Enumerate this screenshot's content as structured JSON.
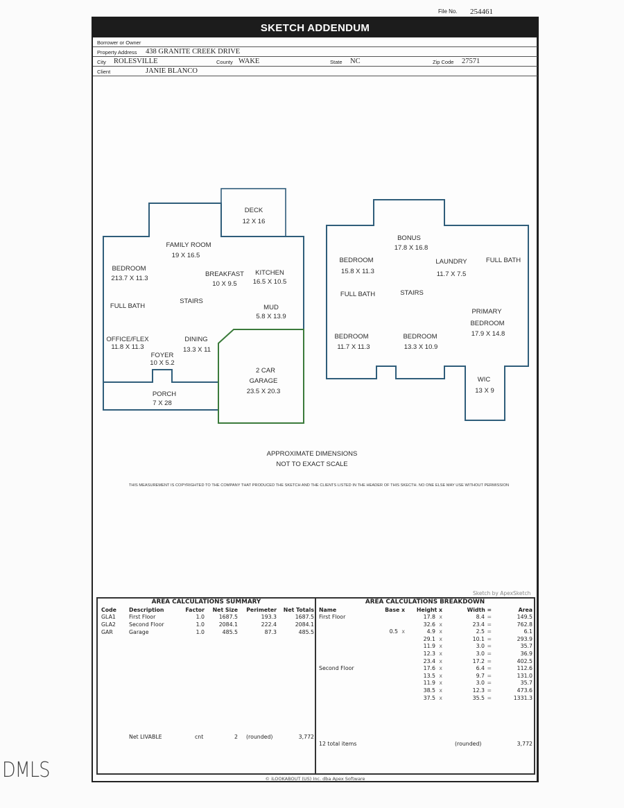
{
  "header": {
    "file_no_label": "File No.",
    "file_no": "254461",
    "title": "SKETCH ADDENDUM",
    "borrower_label": "Borrower or Owner",
    "borrower": "",
    "property_address_label": "Property Address",
    "property_address": "438 GRANITE CREEK DRIVE",
    "city_label": "City",
    "city": "ROLESVILLE",
    "county_label": "County",
    "county": "WAKE",
    "state_label": "State",
    "state": "NC",
    "zip_label": "Zip Code",
    "zip": "27571",
    "client_label": "Client",
    "client": "JANIE BLANCO"
  },
  "first_floor": {
    "deck": {
      "name": "DECK",
      "dims": "12 X 16"
    },
    "family_room": {
      "name": "FAMILY ROOM",
      "dims": "19 X 16.5"
    },
    "bedroom": {
      "name": "BEDROOM",
      "dims": "213.7 X 11.3"
    },
    "breakfast": {
      "name": "BREAKFAST",
      "dims": "10 X 9.5"
    },
    "kitchen": {
      "name": "KITCHEN",
      "dims": "16.5 X 10.5"
    },
    "full_bath": {
      "name": "FULL BATH"
    },
    "stairs": {
      "name": "STAIRS"
    },
    "mud": {
      "name": "MUD",
      "dims": "5.8 X 13.9"
    },
    "office": {
      "name": "OFFICE/FLEX",
      "dims": "11.8 X 11.3"
    },
    "dining": {
      "name": "DINING",
      "dims": "13.3 X 11"
    },
    "foyer": {
      "name": "FOYER",
      "dims": "10 X 5.2"
    },
    "porch": {
      "name": "PORCH",
      "dims": "7 X 28"
    },
    "garage": {
      "name1": "2 CAR",
      "name2": "GARAGE",
      "dims": "23.5 X 20.3"
    }
  },
  "second_floor": {
    "bonus": {
      "name": "BONUS",
      "dims": "17.8 X 16.8"
    },
    "bedroom1": {
      "name": "BEDROOM",
      "dims": "15.8 X 11.3"
    },
    "laundry": {
      "name": "LAUNDRY",
      "dims": "11.7 X 7.5"
    },
    "full_bath1": {
      "name": "FULL BATH"
    },
    "full_bath2": {
      "name": "FULL BATH"
    },
    "stairs": {
      "name": "STAIRS"
    },
    "primary": {
      "name1": "PRIMARY",
      "name2": "BEDROOM",
      "dims": "17.9 X 14.8"
    },
    "bedroom2": {
      "name": "BEDROOM",
      "dims": "11.7 X 11.3"
    },
    "bedroom3": {
      "name": "BEDROOM",
      "dims": "13.3 X 10.9"
    },
    "wic": {
      "name": "WIC",
      "dims": "13 X 9"
    }
  },
  "notes": {
    "line1": "APPROXIMATE DIMENSIONS",
    "line2": "NOT TO EXACT SCALE",
    "copyright": "THIS MEASUREMENT IS COPYRIGHTED TO THE COMPANY THAT PRODUCED THE SKETCH AND THE CLIENTS LISTED IN THE HEADER OF THIS SKECTH. NO ONE ELSE MAY USE WITHOUT PERMISSION",
    "sketch_by": "Sketch by ApexSketch"
  },
  "summary": {
    "title": "AREA CALCULATIONS SUMMARY",
    "columns": [
      "Code",
      "Description",
      "Factor",
      "Net Size",
      "Perimeter",
      "Net Totals"
    ],
    "rows": [
      [
        "GLA1",
        "First Floor",
        "1.0",
        "1687.5",
        "193.3",
        "1687.5"
      ],
      [
        "GLA2",
        "Second Floor",
        "1.0",
        "2084.1",
        "222.4",
        "2084.1"
      ],
      [
        "GAR",
        "Garage",
        "1.0",
        "485.5",
        "87.3",
        "485.5"
      ]
    ],
    "net_livable_label": "Net LIVABLE",
    "cnt_label": "cnt",
    "cnt": "2",
    "rounded_label": "(rounded)",
    "net_livable_total": "3,772"
  },
  "breakdown": {
    "title": "AREA CALCULATIONS BREAKDOWN",
    "columns": [
      "Name",
      "Base  x",
      "Height  x",
      "Width  =",
      "Area"
    ],
    "rows": [
      {
        "name": "First Floor",
        "base": "",
        "height": "17.8",
        "width": "8.4",
        "area": "149.5"
      },
      {
        "name": "",
        "base": "",
        "height": "32.6",
        "width": "23.4",
        "area": "762.8"
      },
      {
        "name": "",
        "base": "0.5",
        "height": "4.9",
        "width": "2.5",
        "area": "6.1"
      },
      {
        "name": "",
        "base": "",
        "height": "29.1",
        "width": "10.1",
        "area": "293.9"
      },
      {
        "name": "",
        "base": "",
        "height": "11.9",
        "width": "3.0",
        "area": "35.7"
      },
      {
        "name": "",
        "base": "",
        "height": "12.3",
        "width": "3.0",
        "area": "36.9"
      },
      {
        "name": "",
        "base": "",
        "height": "23.4",
        "width": "17.2",
        "area": "402.5"
      },
      {
        "name": "Second Floor",
        "base": "",
        "height": "17.6",
        "width": "6.4",
        "area": "112.6"
      },
      {
        "name": "",
        "base": "",
        "height": "13.5",
        "width": "9.7",
        "area": "131.0"
      },
      {
        "name": "",
        "base": "",
        "height": "11.9",
        "width": "3.0",
        "area": "35.7"
      },
      {
        "name": "",
        "base": "",
        "height": "38.5",
        "width": "12.3",
        "area": "473.6"
      },
      {
        "name": "",
        "base": "",
        "height": "37.5",
        "width": "35.5",
        "area": "1331.3"
      }
    ],
    "total_items": "12 total items",
    "rounded_label": "(rounded)",
    "total": "3,772"
  },
  "footer": "© iLOOKABOUT (US) Inc. dba Apex Software",
  "watermark": "DMLS"
}
